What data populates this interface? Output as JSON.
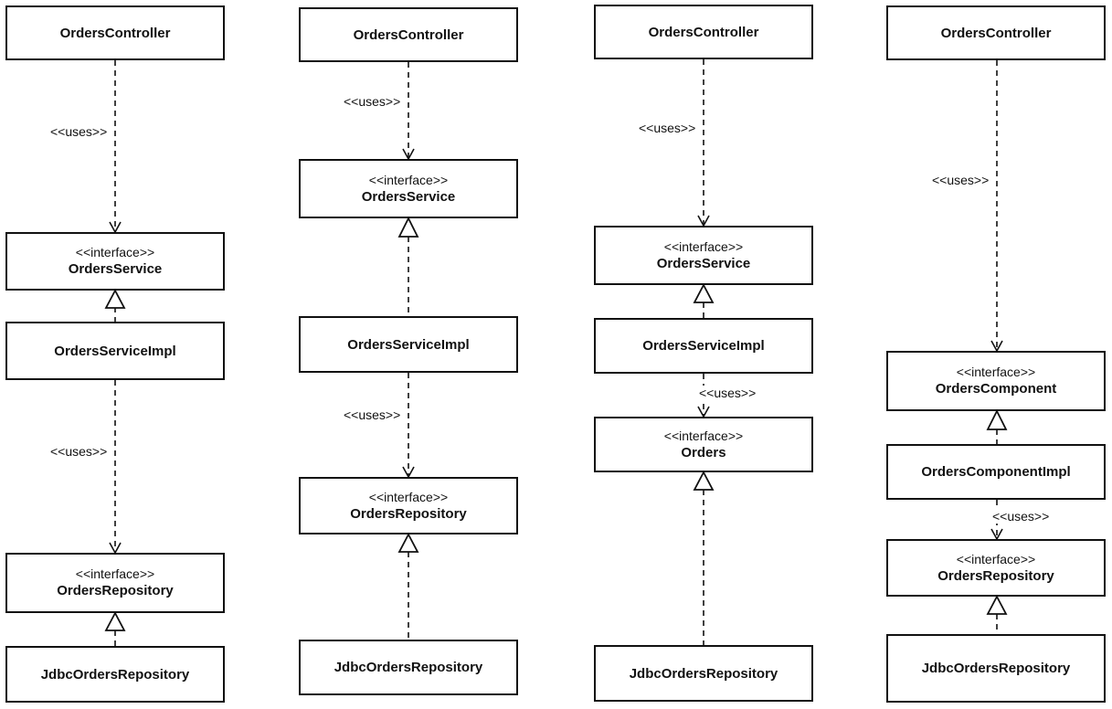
{
  "stereotype": "<<interface>>",
  "uses_label": "<<uses>>",
  "columns": [
    {
      "controller": "OrdersController",
      "service": "OrdersService",
      "service_impl": "OrdersServiceImpl",
      "repository": "OrdersRepository",
      "jdbc_repository": "JdbcOrdersRepository"
    },
    {
      "controller": "OrdersController",
      "service": "OrdersService",
      "service_impl": "OrdersServiceImpl",
      "repository": "OrdersRepository",
      "jdbc_repository": "JdbcOrdersRepository"
    },
    {
      "controller": "OrdersController",
      "service": "OrdersService",
      "service_impl": "OrdersServiceImpl",
      "orders": "Orders",
      "jdbc_repository": "JdbcOrdersRepository"
    },
    {
      "controller": "OrdersController",
      "component": "OrdersComponent",
      "component_impl": "OrdersComponentImpl",
      "repository": "OrdersRepository",
      "jdbc_repository": "JdbcOrdersRepository"
    }
  ]
}
